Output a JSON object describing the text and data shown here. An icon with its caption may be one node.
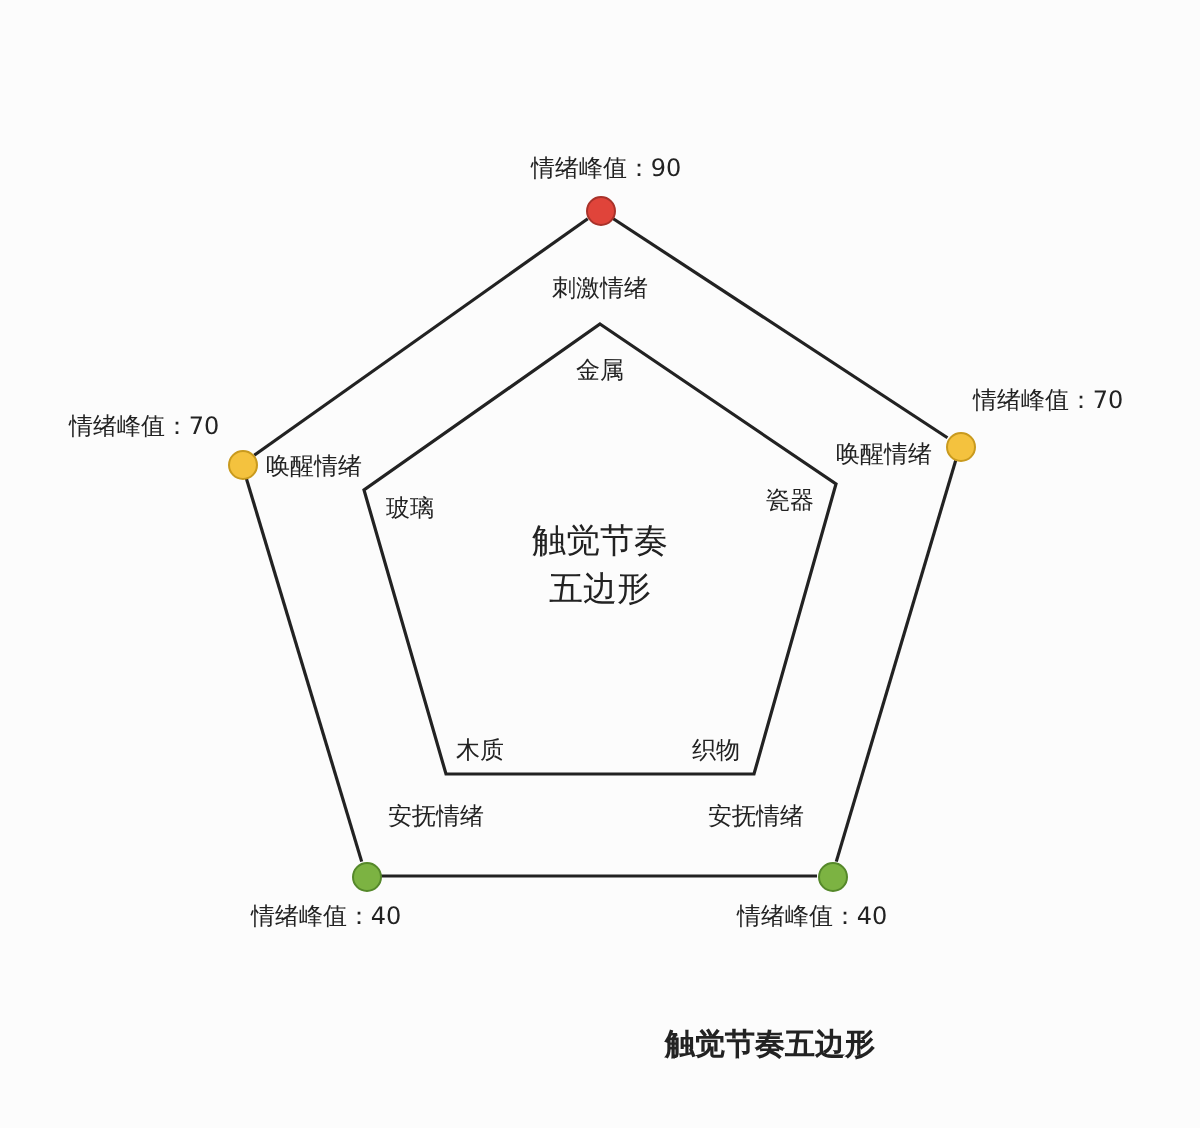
{
  "diagram": {
    "caption": "触觉节奏五边形",
    "nodes": [
      {
        "text": [],
        "shape": "circle",
        "beside": [
          "情绪峰值：90"
        ]
      },
      {
        "text": [],
        "shape": "circle",
        "beside": [
          "情绪峰值：70"
        ]
      },
      {
        "text": [],
        "shape": "circle",
        "beside": [
          "情绪峰值：70"
        ]
      },
      {
        "text": [
          "金属",
          "玻璃",
          "瓷器",
          "触觉节奏五边形",
          "木质",
          "织物"
        ]
      },
      {
        "text": [],
        "shape": "circle",
        "beside": [
          "情绪峰值：40"
        ]
      },
      {
        "text": [],
        "shape": "circle",
        "beside": [
          "情绪峰值：40"
        ]
      }
    ],
    "edges": [
      {
        "from": 0,
        "to": 1,
        "arrow": "none"
      },
      {
        "from": 0,
        "to": 2,
        "arrow": "none"
      },
      {
        "from": 1,
        "to": 4,
        "arrow": "none"
      },
      {
        "from": 2,
        "to": 5,
        "arrow": "none"
      },
      {
        "from": 4,
        "to": 5,
        "arrow": "none"
      }
    ],
    "labels": [
      "刺激情绪",
      "唤醒情绪",
      "唤醒情绪",
      "安抚情绪",
      "安抚情绪"
    ]
  }
}
